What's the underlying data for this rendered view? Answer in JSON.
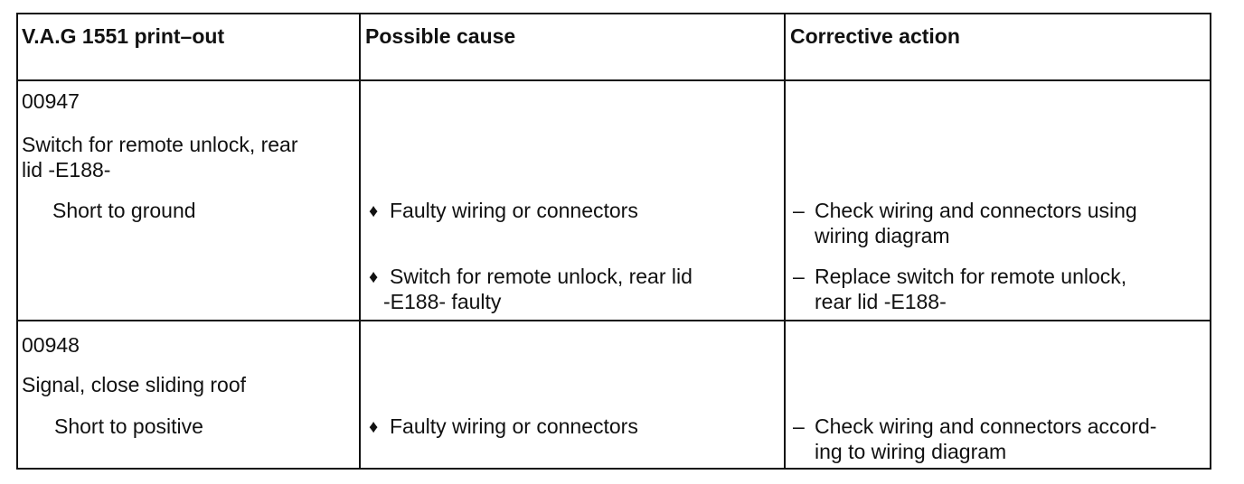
{
  "headers": {
    "printout": "V.A.G 1551 print–out",
    "cause": "Possible cause",
    "action": "Corrective action"
  },
  "rows": [
    {
      "code": "00947",
      "component": [
        "Switch for remote unlock, rear",
        "lid -E188-"
      ],
      "fault": "Short to ground",
      "items": [
        {
          "cause": [
            "Faulty wiring or connectors"
          ],
          "action": [
            "Check wiring and connectors using",
            "wiring diagram"
          ]
        },
        {
          "cause": [
            "Switch for remote unlock, rear lid",
            "-E188- faulty"
          ],
          "action": [
            "Replace switch for remote unlock,",
            "rear lid -E188-"
          ]
        }
      ]
    },
    {
      "code": "00948",
      "component": [
        "Signal, close sliding roof"
      ],
      "fault": "Short to positive",
      "items": [
        {
          "cause": [
            "Faulty wiring or connectors"
          ],
          "action": [
            "Check wiring and connectors accord-",
            "ing to wiring diagram"
          ]
        }
      ]
    }
  ],
  "glyphs": {
    "bullet": "♦",
    "dash": "–"
  }
}
